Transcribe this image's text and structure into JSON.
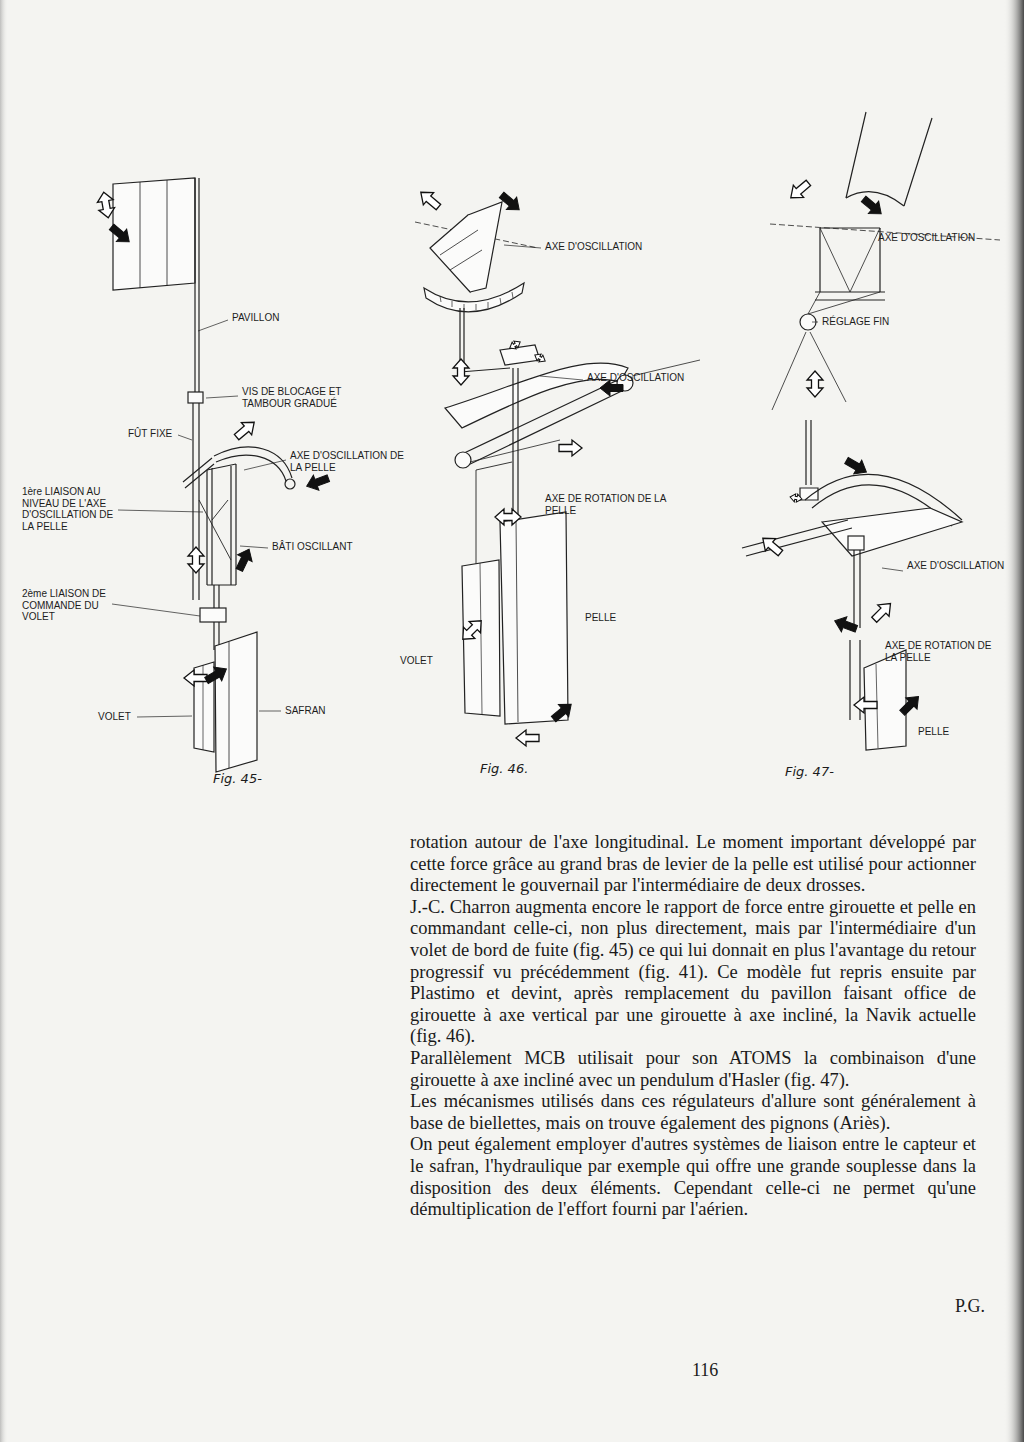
{
  "diagram": {
    "labels": [
      "PAVILLON",
      "VIS DE BLOCAGE ET TAMBOUR GRADUÉ",
      "FÛT FIXE",
      "AXE D'OSCILLATION DE LA PELLE",
      "1ère LIAISON AU NIVEAU DE L'AXE D'OSCILLATION DE LA PELLE",
      "BÂTI OSCILLANT",
      "2ème LIAISON DE COMMANDE DU VOLET",
      "VOLET",
      "SAFRAN",
      "Fig. 45-",
      "AXE D'OSCILLATION",
      "AXE D'OSCILLATION",
      "AXE DE ROTATION DE LA PELLE",
      "PELLE",
      "VOLET",
      "Fig. 46.",
      "AXE D'OSCILLATION",
      "RÉGLAGE FIN",
      "AXE D'OSCILLATION",
      "AXE DE ROTATION DE LA PELLE",
      "PELLE",
      "Fig. 47-",
      "rotation autour de l'axe longitudinal. Le moment important développé par cette force grâce au grand bras de levier de la pelle est utilisé pour actionner directement le gouvernail par l'intermédiaire de deux drosses.",
      "J.-C. Charron augmenta encore le rapport de force entre girouette et pelle en commandant celle-ci, non plus directement, mais par l'intermédiaire d'un volet de bord de fuite (fig. 45) ce qui lui donnait en plus l'avantage du retour progressif vu précédemment (fig. 41). Ce modèle fut repris ensuite par Plastimo et devint, après remplacement du pavillon faisant office de girouette à axe vertical par une girouette à axe incliné, la Navik actuelle (fig. 46).",
      "Parallèlement MCB utilisait pour son ATOMS la combinaison d'une girouette à axe incliné avec un pendulum d'Hasler (fig. 47).",
      "Les mécanismes utilisés dans ces régulateurs d'allure sont généralement à base de biellettes, mais on trouve également des pignons (Ariès).",
      "On peut également employer d'autres systèmes de liaison entre le capteur et le safran, l'hydraulique par exemple qui offre une grande souplesse dans la disposition des deux éléments. Cependant celle-ci ne permet qu'une démultiplication de l'effort fourni par l'aérien.",
      "P.G.",
      "116"
    ]
  }
}
